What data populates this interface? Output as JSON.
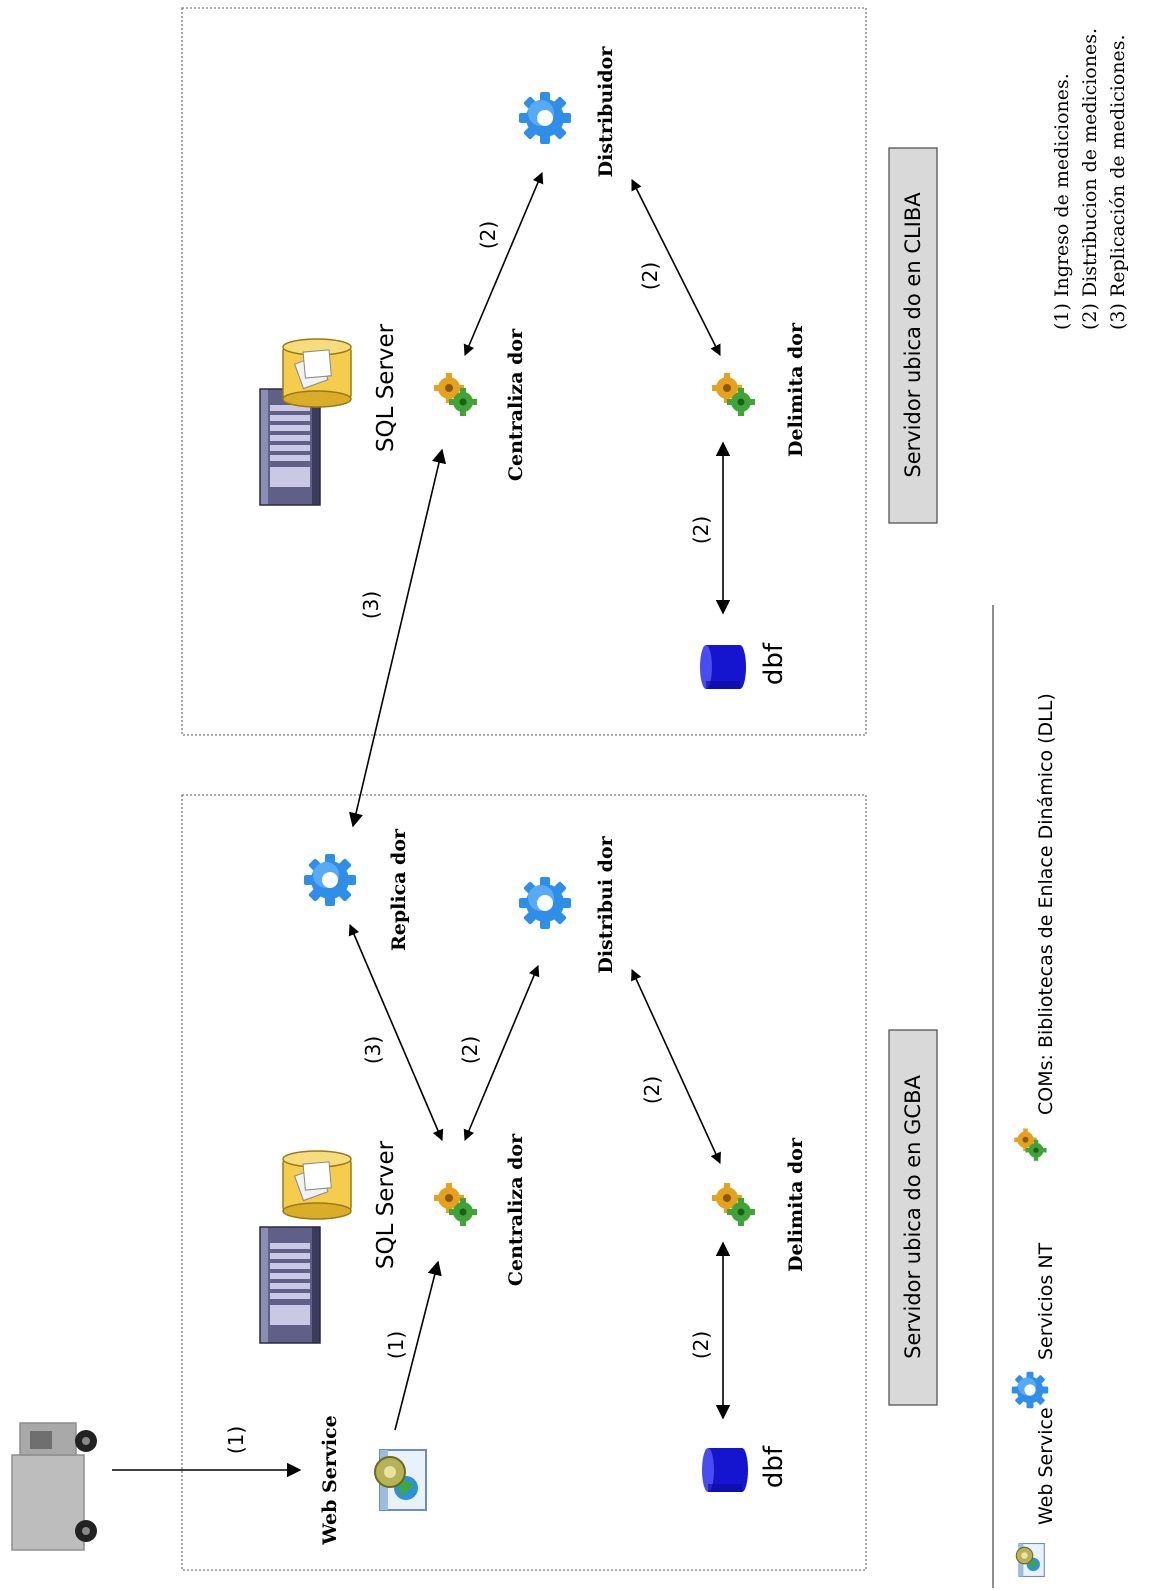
{
  "labels": {
    "web_service": "Web Service",
    "sql_server": "SQL Server",
    "centralizador": "Centraliza dor",
    "distribuidor": "Distribuidor",
    "distribuidor_gcba": "Distribui dor",
    "delimitador": "Delimita dor",
    "replicador": "Replica dor",
    "dbf": "dbf",
    "step1": "(1)",
    "step2": "(2)",
    "step3": "(3)"
  },
  "boxes": {
    "gcba": "Servidor ubica do en GCBA",
    "cliba": "Servidor ubica do en CLIBA"
  },
  "legend": {
    "web_service": "Web Service",
    "servicios_nt": "Servicios NT",
    "coms": "COMs: Bibliotecas de Enlace Dinámico (DLL)"
  },
  "notes": [
    "(1) Ingreso de mediciones.",
    "(2) Distribucion de mediciones.",
    "(3) Replicación de mediciones."
  ],
  "colors": {
    "gear_blue": "#2f8ee8",
    "gear_orange": "#e6a11f",
    "gear_green": "#3fa33a",
    "db_blue": "#1515d0",
    "sql_yellow": "#f4cd4e",
    "label_box": "#d9d9d9"
  },
  "icons": [
    "truck-icon",
    "web-service-icon",
    "server-icon",
    "sql-database-icon",
    "nt-service-gear-icon",
    "com-gears-icon",
    "dbf-database-icon"
  ]
}
